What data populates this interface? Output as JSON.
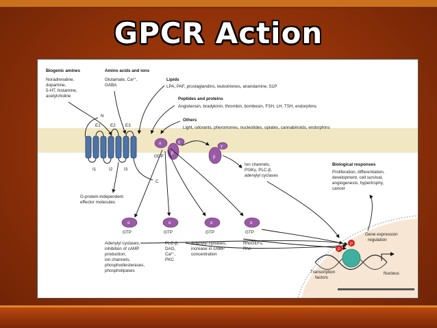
{
  "title": "GPCR Action",
  "figure": {
    "ligands": {
      "biogenic_amines": {
        "heading": "Biogenic amines",
        "lines": [
          "Noradrenaline,",
          "dopamine,",
          "5-HT, histamine,",
          "acetylcholine"
        ]
      },
      "amino_acids": {
        "heading": "Amino acids and ions",
        "lines": [
          "Glutamate, Ca²⁺,",
          "GABA"
        ]
      },
      "lipids": {
        "heading": "Lipids",
        "text": "LPA, PAF, prostaglandins, leukotrienes, anandamine, S1P"
      },
      "peptides": {
        "heading": "Peptides and proteins",
        "text": "Angiotensin, bradykinin, thrombin, bombesin, FSH, LH, TSH, endorphins"
      },
      "others": {
        "heading": "Others",
        "text": "Light, odorants, pheromones, nucleotides, opiates, cannabinoids, endorphins"
      }
    },
    "receptor": {
      "n_label": "N",
      "c_label": "C",
      "extracellular_loops": [
        "E1",
        "E2",
        "E3"
      ],
      "intracellular_loops": [
        "I1",
        "I2",
        "I3"
      ]
    },
    "g_protein": {
      "gdp_label": "GDP",
      "alpha": "α",
      "beta": "β",
      "gamma": "γ"
    },
    "g_independent": [
      "G-protein-independent",
      "effector molecules"
    ],
    "beta_gamma_effectors": [
      "Ion channels,",
      "PI3Kγ, PLC-β,",
      "adenylyl cyclases"
    ],
    "alpha_subunits": [
      {
        "gtp": "GTP",
        "effects": [
          "Adenylyl cyclases,",
          "inhibition of cAMP",
          "production,",
          "ion channels,",
          "phosphodiesterases,",
          "phospholipases"
        ]
      },
      {
        "gtp": "GTP",
        "effects": [
          "PLC-β,",
          "DAG,",
          "Ca²⁺,",
          "PKC"
        ]
      },
      {
        "gtp": "GTP",
        "effects": [
          "Adenylyl cyclases,",
          "increase in cAMP",
          "concentration"
        ]
      },
      {
        "gtp": "GTP",
        "effects": [
          "RhoGEFs,",
          "Rho"
        ]
      }
    ],
    "biological_responses": {
      "heading": "Biological responses",
      "lines": [
        "Proliferation, differentiation,",
        "development, cell survival,",
        "angiogenesis, hypertrophy,",
        "cancer"
      ]
    },
    "gene_expression": [
      "Gene expression",
      "regulation"
    ],
    "transcription_factors": [
      "Transcription",
      "factors"
    ],
    "nucleus": "Nucleus",
    "phospho_label": "P"
  },
  "colors": {
    "background": "#8f3109",
    "membrane": "#f1e7c3",
    "helix": "#4e73a8",
    "g_protein": "#9a5aa6",
    "nucleus": "#f6e6d3",
    "phospho": "#cc2222",
    "tf": "#3fb0a0"
  }
}
